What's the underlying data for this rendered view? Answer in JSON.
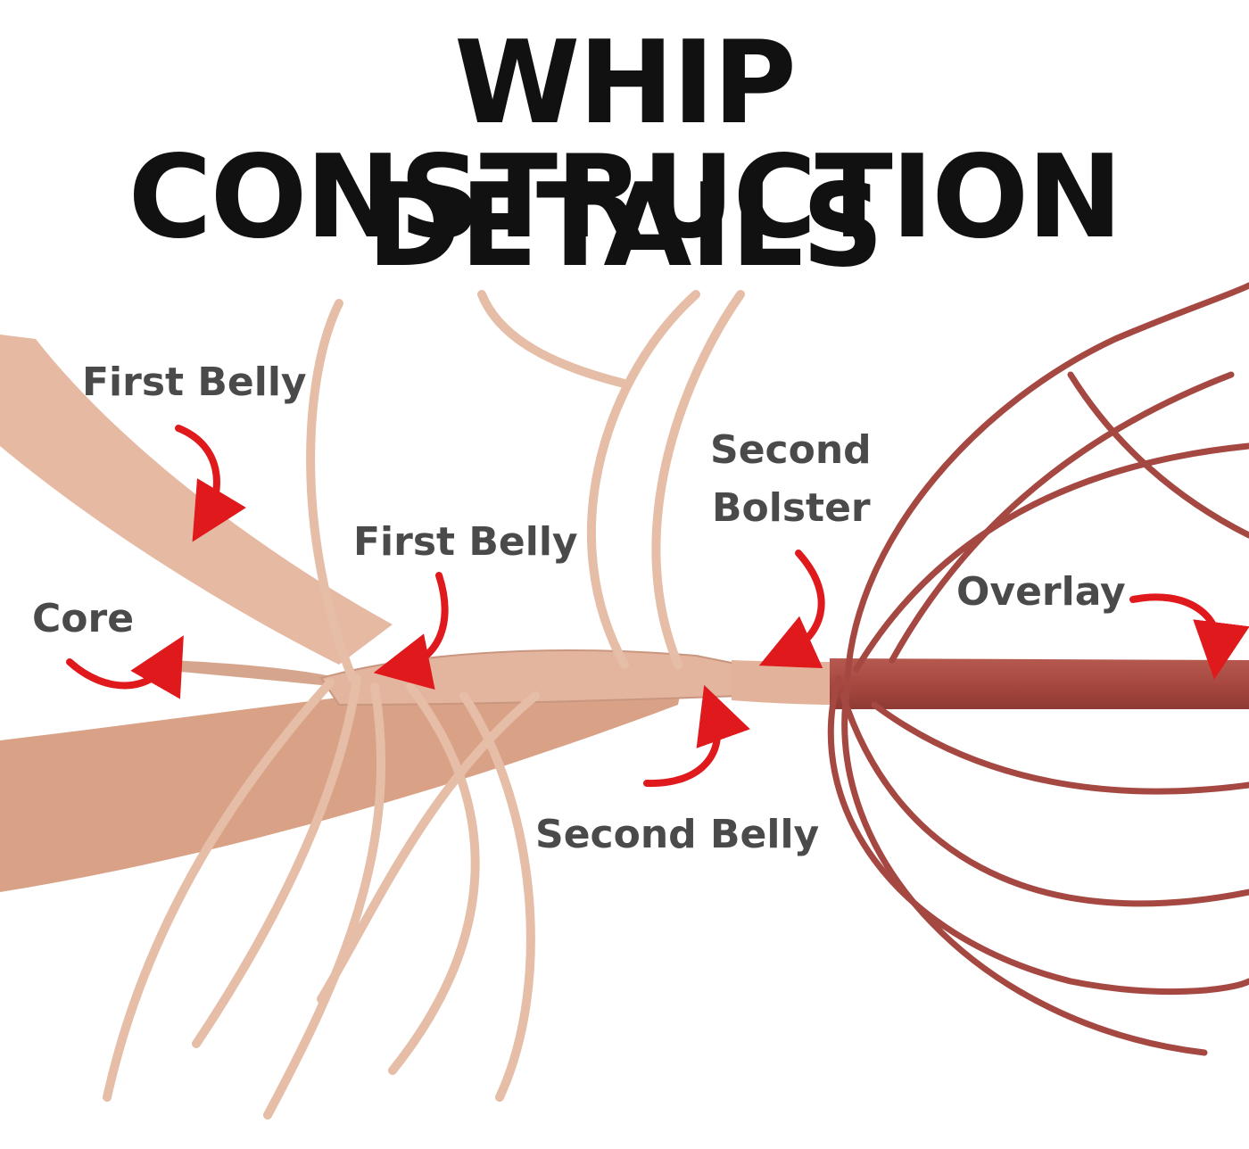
{
  "title": {
    "line1": "WHIP CONSTRUCTION",
    "line2": "DETAILS"
  },
  "labels": {
    "first_belly_top": "First Belly",
    "first_belly_mid": "First Belly",
    "core": "Core",
    "second_bolster_1": "Second",
    "second_bolster_2": "Bolster",
    "overlay": "Overlay",
    "second_belly": "Second Belly"
  },
  "colors": {
    "arrow": "#e0191c",
    "label": "#4a4a4a",
    "title": "#111111",
    "leather_light": "#e9c3ad",
    "leather_mid": "#d9a286",
    "leather_dark": "#c98f74",
    "overlay_red": "#a84840"
  }
}
